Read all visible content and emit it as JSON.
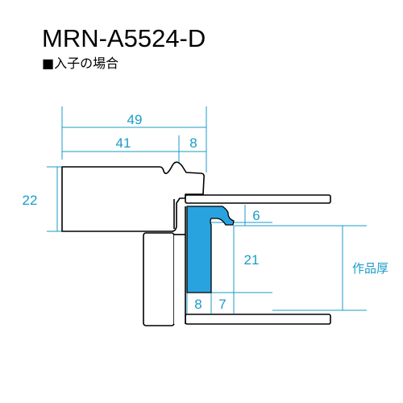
{
  "header": {
    "model_code": "MRN-A5524-D",
    "subtitle": "■入子の場合"
  },
  "dimensions": {
    "overall_width": "49",
    "moulding_width": "41",
    "lip_width": "8",
    "height": "22",
    "rebate_top": "6",
    "rebate_depth": "21",
    "bottom_left": "8",
    "bottom_right": "7",
    "artwork_thickness_label": "作品厚"
  },
  "colors": {
    "dimension": "#1a9bc9",
    "insert_fill": "#29a3df",
    "outline": "#000000"
  }
}
